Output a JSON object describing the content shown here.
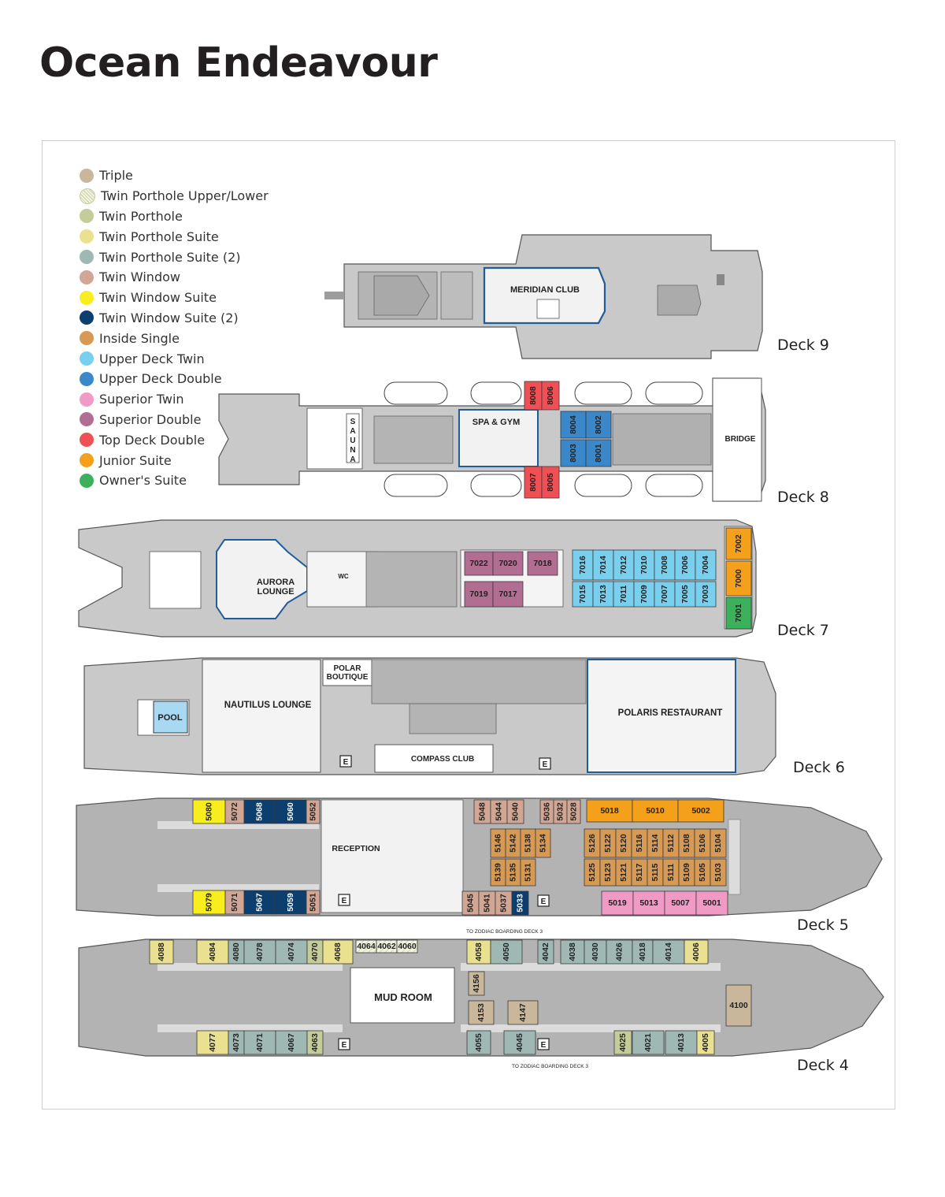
{
  "title": "Ocean Endeavour",
  "legend": [
    {
      "label": "Triple",
      "color": "#c9b79c"
    },
    {
      "label": "Twin Porthole Upper/Lower",
      "color": "#eef0dc",
      "pattern": true
    },
    {
      "label": "Twin Porthole",
      "color": "#c4cd9a"
    },
    {
      "label": "Twin Porthole Suite",
      "color": "#e9e18f"
    },
    {
      "label": "Twin Porthole Suite (2)",
      "color": "#9fb8b4"
    },
    {
      "label": "Twin Window",
      "color": "#d1a694"
    },
    {
      "label": "Twin Window Suite",
      "color": "#f8ee1e"
    },
    {
      "label": "Twin Window Suite (2)",
      "color": "#0c3e6e"
    },
    {
      "label": "Inside Single",
      "color": "#d69a55"
    },
    {
      "label": "Upper Deck Twin",
      "color": "#79cfee"
    },
    {
      "label": "Upper Deck Double",
      "color": "#3a88c9"
    },
    {
      "label": "Superior Twin",
      "color": "#f29ac6"
    },
    {
      "label": "Superior Double",
      "color": "#b26d93"
    },
    {
      "label": "Top Deck Double",
      "color": "#ee5055"
    },
    {
      "label": "Junior Suite",
      "color": "#f5a01a"
    },
    {
      "label": "Owner's Suite",
      "color": "#3ab15a"
    }
  ],
  "decks": [
    {
      "id": "deck9",
      "label": "Deck 9"
    },
    {
      "id": "deck8",
      "label": "Deck 8"
    },
    {
      "id": "deck7",
      "label": "Deck 7"
    },
    {
      "id": "deck6",
      "label": "Deck 6"
    },
    {
      "id": "deck5",
      "label": "Deck 5"
    },
    {
      "id": "deck4",
      "label": "Deck 4"
    }
  ],
  "rooms": {
    "meridian_club": "MERIDIAN CLUB",
    "sauna": "SAUNA",
    "spa_gym": "SPA & GYM",
    "bridge": "BRIDGE",
    "aurora_lounge_1": "AURORA",
    "aurora_lounge_2": "LOUNGE",
    "nautilus_lounge": "NAUTILUS LOUNGE",
    "polar_boutique_1": "POLAR",
    "polar_boutique_2": "BOUTIQUE",
    "pool": "POOL",
    "polaris_restaurant": "POLARIS RESTAURANT",
    "compass_club": "COMPASS CLUB",
    "reception": "RECEPTION",
    "mud_room": "MUD ROOM",
    "zodiac_1": "TO ZODIAC BOARDING DECK 3",
    "zodiac_2": "TO ZODIAC BOARDING DECK 3",
    "wc": "WC",
    "elevator": "E"
  },
  "cabins": {
    "d8": [
      {
        "n": "8008",
        "t": "Top Deck Double"
      },
      {
        "n": "8006",
        "t": "Top Deck Double"
      },
      {
        "n": "8007",
        "t": "Top Deck Double"
      },
      {
        "n": "8005",
        "t": "Top Deck Double"
      },
      {
        "n": "8004",
        "t": "Upper Deck Double"
      },
      {
        "n": "8002",
        "t": "Upper Deck Double"
      },
      {
        "n": "8003",
        "t": "Upper Deck Double"
      },
      {
        "n": "8001",
        "t": "Upper Deck Double"
      }
    ],
    "d7_sup_top": [
      {
        "n": "7022"
      },
      {
        "n": "7020"
      },
      {
        "n": "7018"
      }
    ],
    "d7_sup_bot": [
      {
        "n": "7019"
      },
      {
        "n": "7017"
      }
    ],
    "d7_top": [
      "7016",
      "7014",
      "7012",
      "7010",
      "7008",
      "7006",
      "7004"
    ],
    "d7_bot": [
      "7015",
      "7013",
      "7011",
      "7009",
      "7007",
      "7005",
      "7003"
    ],
    "d7_suites": [
      {
        "n": "7002",
        "t": "Junior Suite"
      },
      {
        "n": "7000",
        "t": "Junior Suite"
      },
      {
        "n": "7001",
        "t": "Owner's Suite"
      }
    ],
    "d5_aft_top": [
      {
        "n": "5080",
        "t": "Twin Window Suite"
      },
      {
        "n": "5072",
        "t": "Twin Window"
      },
      {
        "n": "5068",
        "t": "Twin Window Suite (2)"
      },
      {
        "n": "5060",
        "t": "Twin Window Suite (2)"
      },
      {
        "n": "5052",
        "t": "Twin Window"
      }
    ],
    "d5_aft_bot": [
      {
        "n": "5079",
        "t": "Twin Window Suite"
      },
      {
        "n": "5071",
        "t": "Twin Window"
      },
      {
        "n": "5067",
        "t": "Twin Window Suite (2)"
      },
      {
        "n": "5059",
        "t": "Twin Window Suite (2)"
      },
      {
        "n": "5051",
        "t": "Twin Window"
      }
    ],
    "d5_mid_top": [
      "5048",
      "5044",
      "5040",
      "5036",
      "5032",
      "5028"
    ],
    "d5_mid_bot": [
      {
        "n": "5045",
        "t": "Twin Window"
      },
      {
        "n": "5041",
        "t": "Twin Window"
      },
      {
        "n": "5037",
        "t": "Twin Window"
      },
      {
        "n": "5033",
        "t": "Twin Window Suite (2)"
      }
    ],
    "d5_fwd_suites": [
      "5018",
      "5010",
      "5002"
    ],
    "d5_is_a_top": [
      "5146",
      "5142",
      "5138",
      "5134"
    ],
    "d5_is_a_bot": [
      "5139",
      "5135",
      "5131"
    ],
    "d5_is_b_top": [
      "5126",
      "5122",
      "5120",
      "5116",
      "5114",
      "5112",
      "5108",
      "5106",
      "5104"
    ],
    "d5_is_b_bot": [
      "5125",
      "5123",
      "5121",
      "5117",
      "5115",
      "5111",
      "5109",
      "5105",
      "5103"
    ],
    "d5_superior": [
      "5019",
      "5013",
      "5007",
      "5001"
    ],
    "d4_top": [
      {
        "n": "4088",
        "t": "Twin Porthole Suite"
      },
      {
        "n": "4084",
        "t": "Twin Porthole Suite"
      },
      {
        "n": "4080",
        "t": "Twin Porthole Suite (2)"
      },
      {
        "n": "4078",
        "t": "Twin Porthole Suite (2)"
      },
      {
        "n": "4074",
        "t": "Twin Porthole Suite (2)"
      },
      {
        "n": "4070",
        "t": "Twin Porthole"
      },
      {
        "n": "4068",
        "t": "Twin Porthole Suite"
      }
    ],
    "d4_ul": [
      "4064",
      "4062",
      "4060"
    ],
    "d4_top_fwd": [
      {
        "n": "4058",
        "t": "Twin Porthole Suite"
      },
      {
        "n": "4050",
        "t": "Twin Porthole Suite (2)"
      },
      {
        "n": "4042",
        "t": "Twin Porthole Suite (2)"
      },
      {
        "n": "4038",
        "t": "Twin Porthole Suite (2)"
      },
      {
        "n": "4030",
        "t": "Twin Porthole Suite (2)"
      },
      {
        "n": "4026",
        "t": "Twin Porthole Suite (2)"
      },
      {
        "n": "4018",
        "t": "Twin Porthole Suite (2)"
      },
      {
        "n": "4014",
        "t": "Twin Porthole Suite (2)"
      },
      {
        "n": "4006",
        "t": "Twin Porthole Suite"
      }
    ],
    "d4_inner": [
      "4156",
      "4153",
      "4147",
      "4100"
    ],
    "d4_bot": [
      {
        "n": "4077",
        "t": "Twin Porthole Suite"
      },
      {
        "n": "4073",
        "t": "Twin Porthole Suite (2)"
      },
      {
        "n": "4071",
        "t": "Twin Porthole Suite (2)"
      },
      {
        "n": "4067",
        "t": "Twin Porthole Suite (2)"
      },
      {
        "n": "4063",
        "t": "Twin Porthole"
      }
    ],
    "d4_bot_fwd": [
      {
        "n": "4055",
        "t": "Twin Porthole Suite (2)"
      },
      {
        "n": "4045",
        "t": "Twin Porthole Suite (2)"
      },
      {
        "n": "4025",
        "t": "Twin Porthole"
      },
      {
        "n": "4021",
        "t": "Twin Porthole Suite (2)"
      },
      {
        "n": "4013",
        "t": "Twin Porthole Suite (2)"
      },
      {
        "n": "4005",
        "t": "Twin Porthole Suite"
      }
    ]
  }
}
